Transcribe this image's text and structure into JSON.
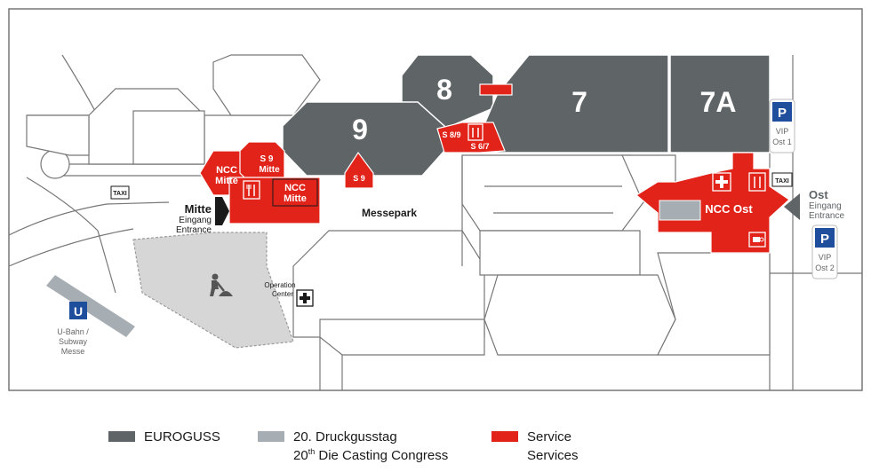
{
  "halls": {
    "h8": "8",
    "h7": "7",
    "h7a": "7A",
    "h9": "9"
  },
  "services": {
    "ncc_mitte_left_1": "NCC",
    "ncc_mitte_left_2": "Mitte",
    "s9_mitte_1": "S 9",
    "s9_mitte_2": "Mitte",
    "ncc_mitte_box_1": "NCC",
    "ncc_mitte_box_2": "Mitte",
    "s9": "S 9",
    "s89": "S 8/9",
    "s67": "S 6/7",
    "ncc_ost": "NCC Ost"
  },
  "entrances": {
    "mitte_title": "Mitte",
    "mitte_line1": "Eingang",
    "mitte_line2": "Entrance",
    "ost_title": "Ost",
    "ost_line1": "Eingang",
    "ost_line2": "Entrance"
  },
  "labels": {
    "messepark": "Messepark",
    "taxi": "TAXI",
    "operation_1": "Operation",
    "operation_2": "Center",
    "ubahn_letter": "U",
    "ubahn_1": "U-Bahn /",
    "ubahn_2": "Subway",
    "ubahn_3": "Messe",
    "parking_letter": "P",
    "vip_ost1_1": "VIP",
    "vip_ost1_2": "Ost 1",
    "vip_ost2_1": "VIP",
    "vip_ost2_2": "Ost 2"
  },
  "legend": {
    "euroguss": "EUROGUSS",
    "congress_1": "20.  Druckgusstag",
    "congress_2_pre": "20",
    "congress_2_sup": "th",
    "congress_2_post": " Die Casting Congress",
    "service_1": "Service",
    "service_2": "Services"
  },
  "colors": {
    "hall": "#5f6466",
    "service": "#e2231a",
    "congress": "#d6d6d6",
    "legend_congress": "#a7aeb3",
    "parking": "#1f4f9c",
    "ubahn": "#1f4f9c"
  }
}
